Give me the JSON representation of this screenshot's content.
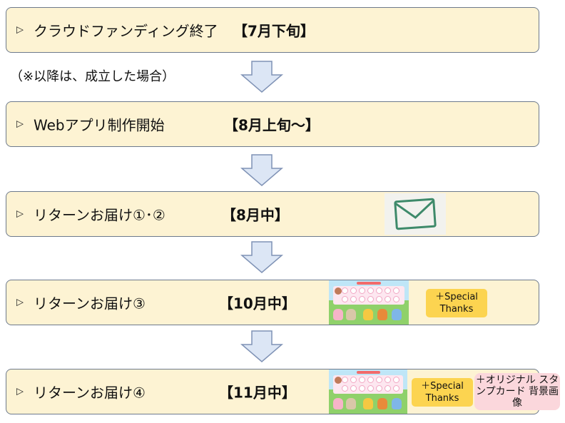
{
  "steps": [
    {
      "label": "クラウドファンディング終了",
      "date": "【7月下旬】"
    },
    {
      "label": "Webアプリ制作開始",
      "date": "【8月上旬～】"
    },
    {
      "label": "リターンお届け①･②",
      "date": "【8月中】"
    },
    {
      "label": "リターンお届け③",
      "date": "【10月中】"
    },
    {
      "label": "リターンお届け④",
      "date": "【11月中】"
    }
  ],
  "note": "（※以降は、成立した場合）",
  "badges": {
    "special_thanks": "＋Special Thanks",
    "original_bg": "＋オリジナル スタンプカード 背景画像"
  },
  "icons": {
    "bullet": "triangle-right-icon",
    "mail": "envelope-icon"
  },
  "colors": {
    "box_fill": "#fdf3d3",
    "box_border": "#6d7a8c",
    "arrow_fill": "#dce6f5",
    "arrow_border": "#7f92b5",
    "badge_yellow": "#fcd450",
    "badge_pink": "#fbd7dc",
    "mail_green": "#3e8a6a"
  }
}
